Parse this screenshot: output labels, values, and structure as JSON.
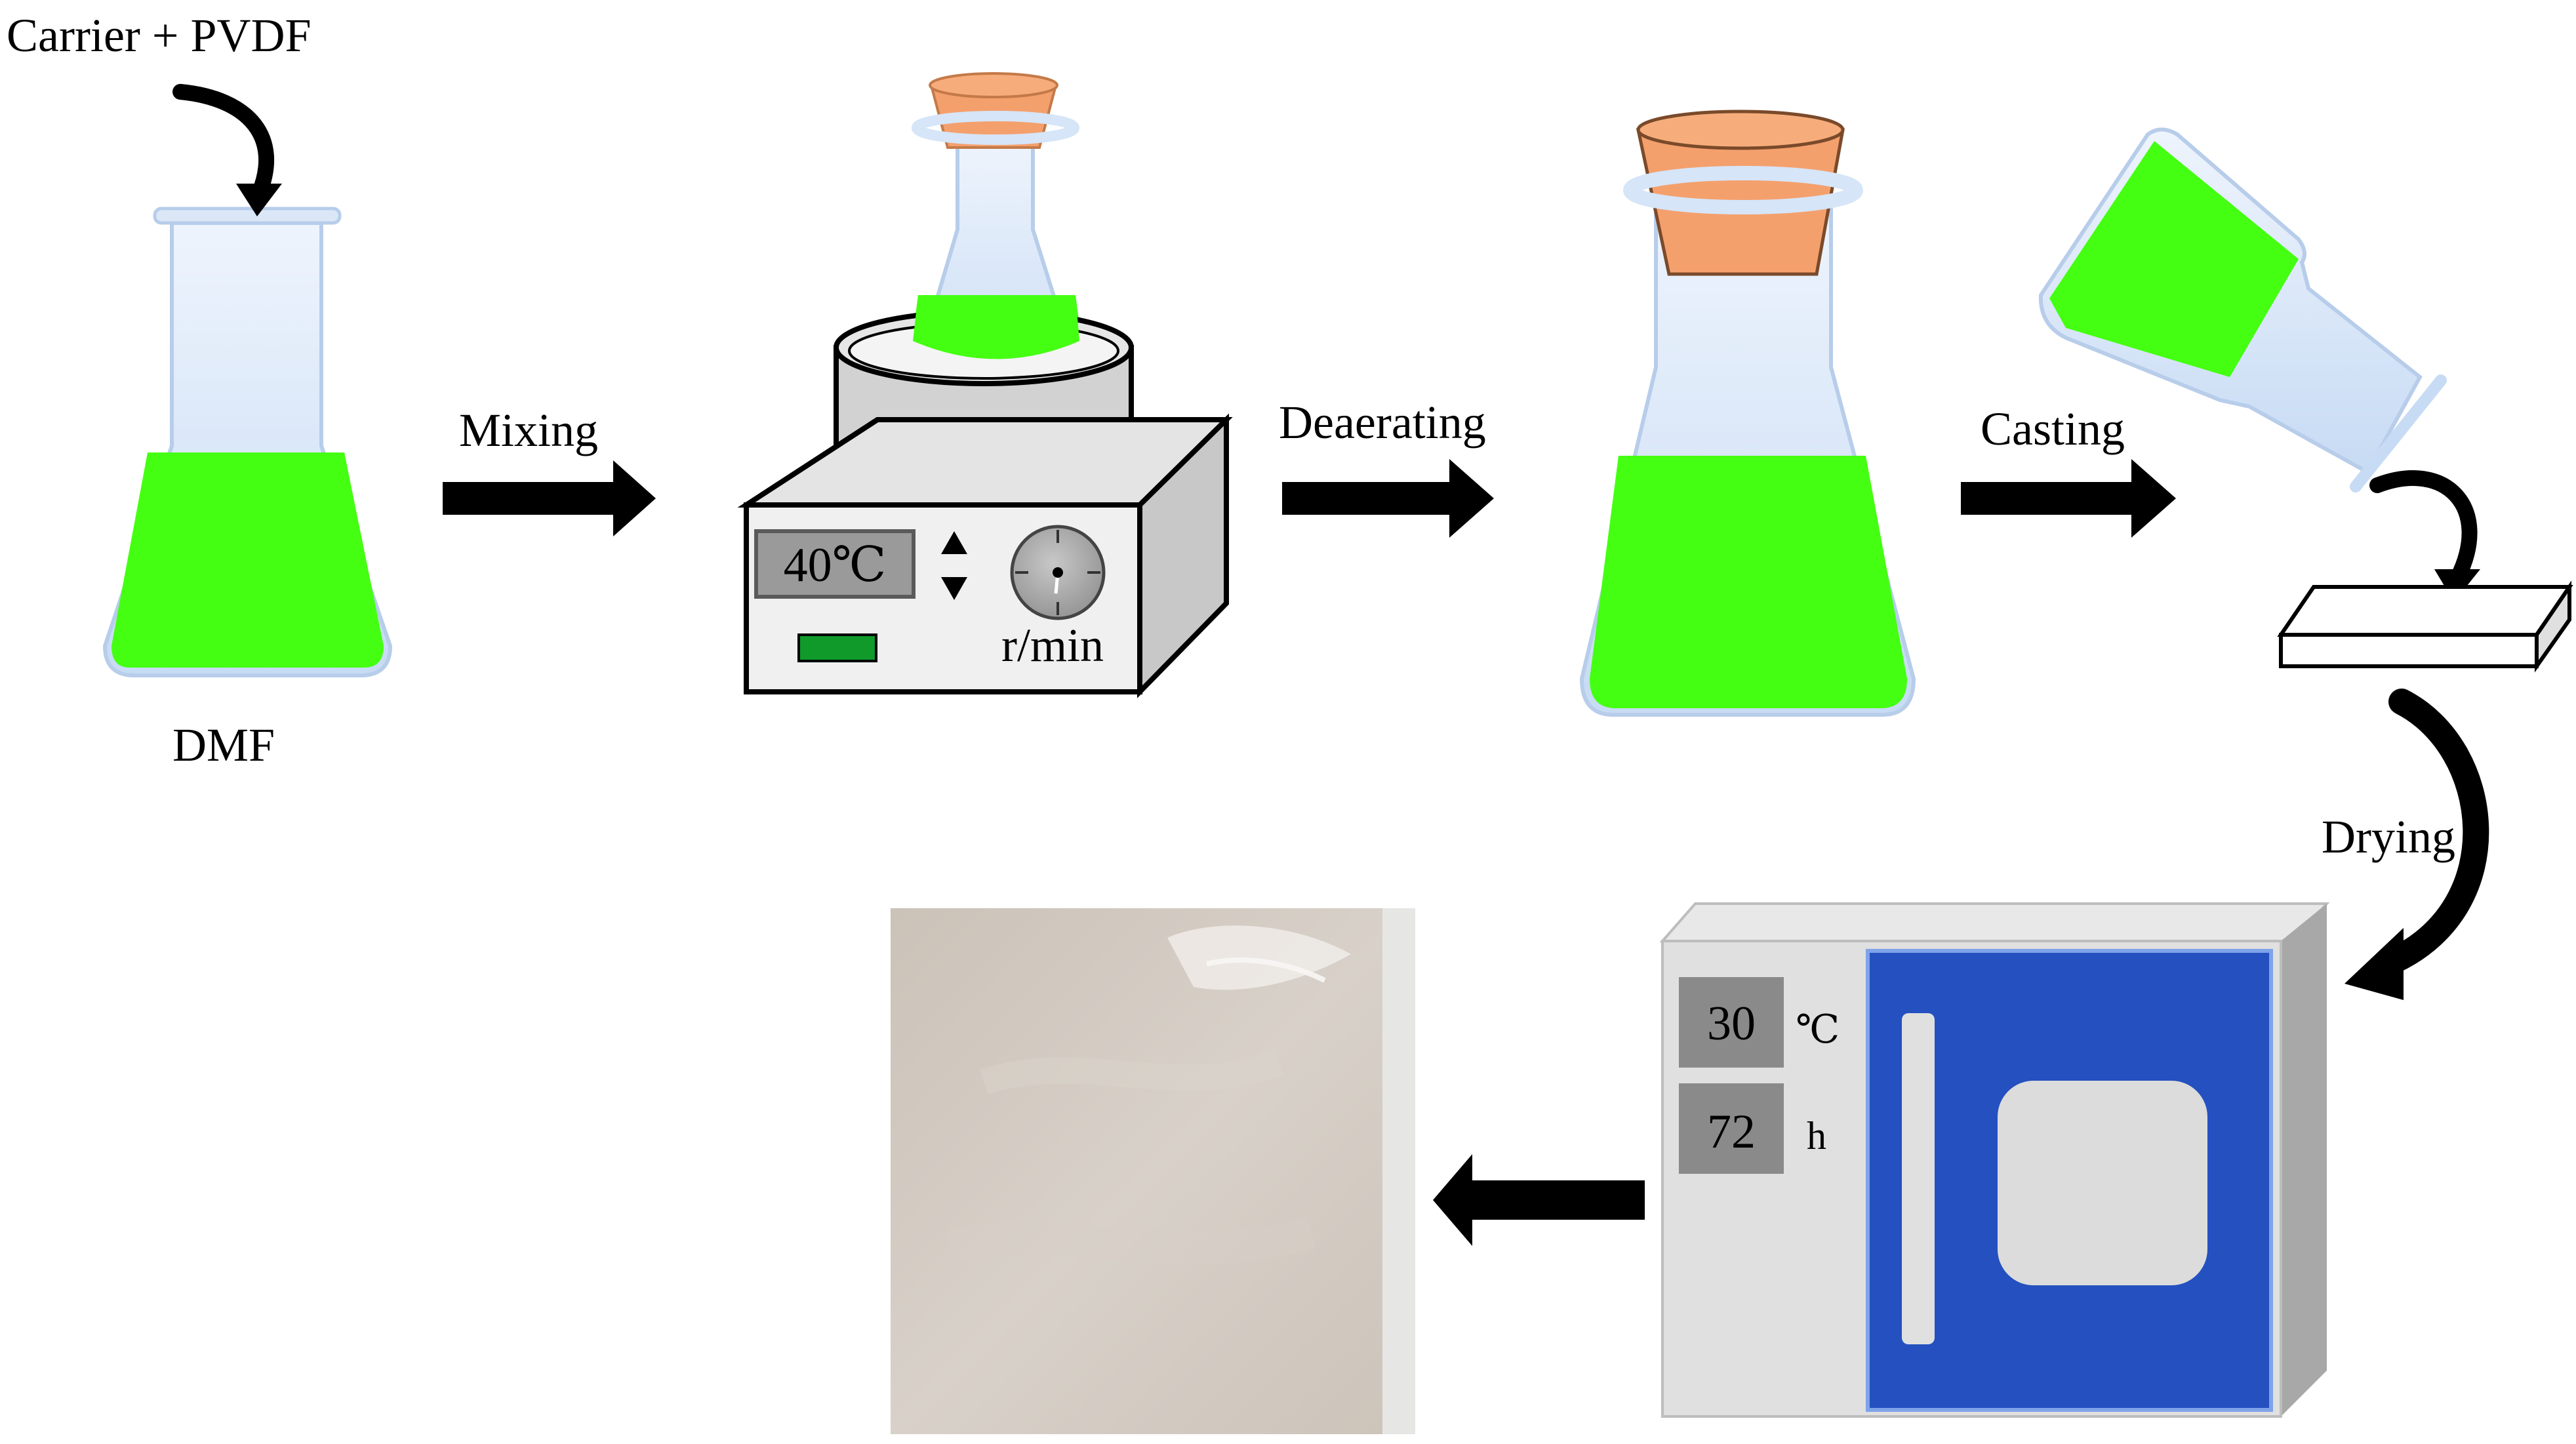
{
  "labels": {
    "input": "Carrier + PVDF",
    "solvent": "DMF",
    "step_mixing": "Mixing",
    "step_deaerating": "Deaerating",
    "step_casting": "Casting",
    "step_drying": "Drying"
  },
  "stirrer": {
    "temperature": "40℃",
    "speed_unit": "r/min"
  },
  "oven": {
    "temperature": "30",
    "temperature_unit": "℃",
    "time": "72",
    "time_unit": "h"
  },
  "colors": {
    "solution_green": "#44ff11",
    "cork_orange": "#f4a06d",
    "oven_door_blue": "#2450c0",
    "glass_blue": "#cfe1f7",
    "film_beige": "#cfc6bd"
  }
}
